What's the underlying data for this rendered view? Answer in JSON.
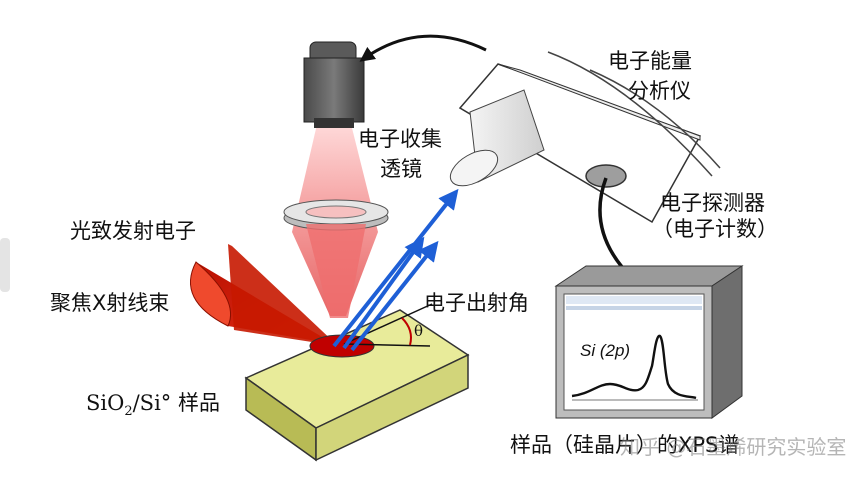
{
  "labels": {
    "analyzer": [
      "电子能量",
      "分析仪"
    ],
    "collection_lens": [
      "电子收集",
      "透镜"
    ],
    "detector": [
      "电子探测器",
      "（电子计数）"
    ],
    "photoelectrons": "光致发射电子",
    "xray_beam": "聚焦X射线束",
    "takeoff_angle": "电子出射角",
    "theta": "θ",
    "sample": {
      "prefix": "SiO",
      "sub": "2",
      "suffix": "/Si° 样品"
    },
    "spectrum_title": "Si (2p)",
    "bottom_caption": "样品（硅晶片）的XPS谱",
    "watermark": "知乎 @石墨烯研究实验室"
  },
  "colors": {
    "xray": "#d81e06",
    "beam": "#f06a6a",
    "electron_arrow": "#1e5fd6",
    "sample_top": "#e8eb9a",
    "sample_side": "#c9cc6a",
    "monitor_gray": "#8c8c8c"
  }
}
